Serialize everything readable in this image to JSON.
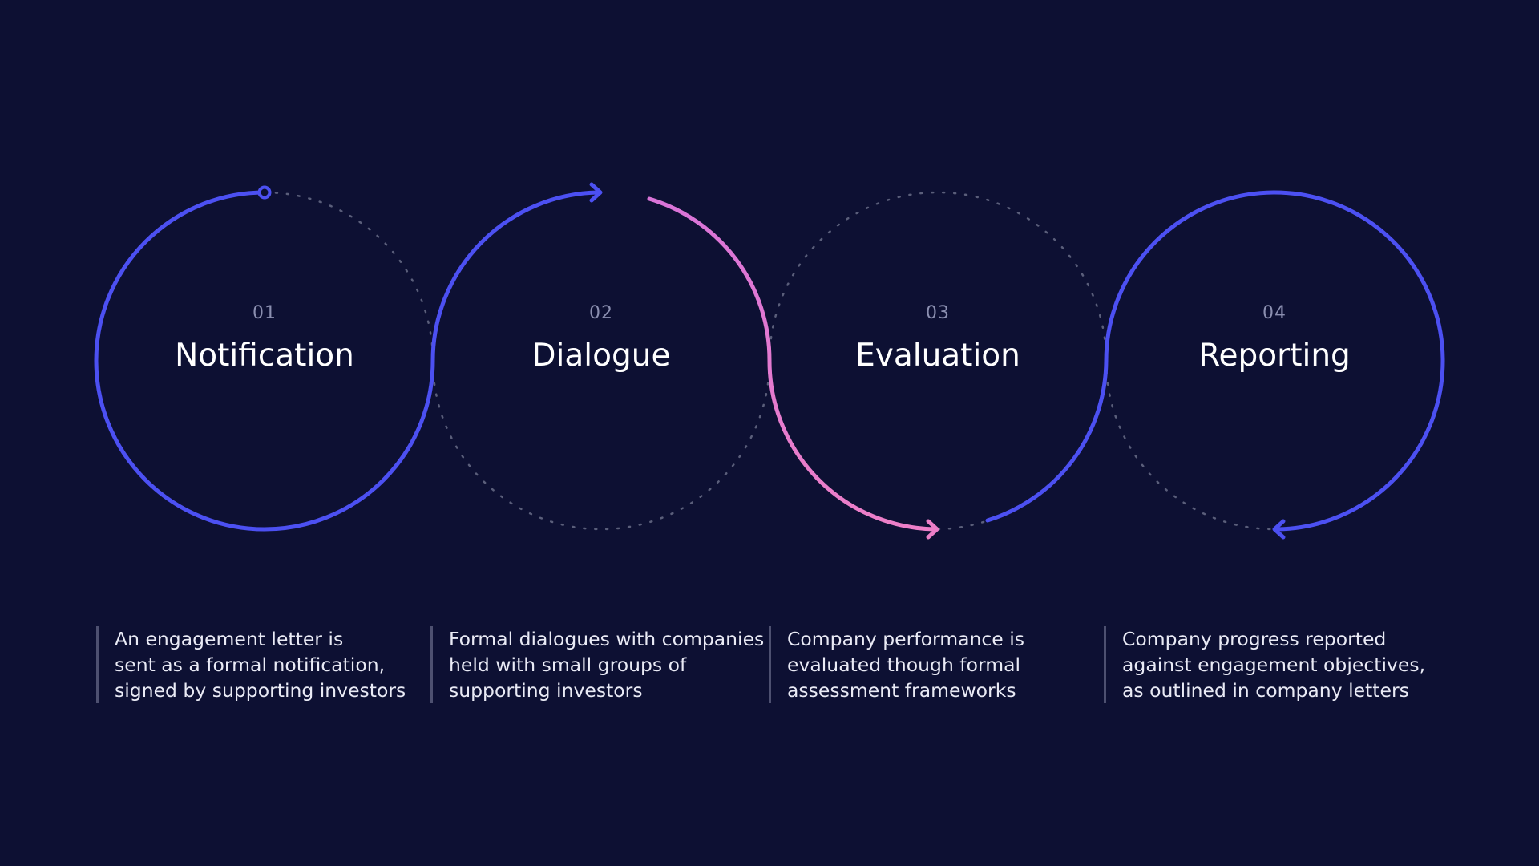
{
  "colors": {
    "background": "#0d1033",
    "primary_arc": "#4c50f2",
    "highlight_arc": "#e07ad0",
    "dotted_arc": "#5a5e7a",
    "number_text": "#8b8fb0",
    "title_text": "#ffffff",
    "description_text": "#e9eaf5",
    "divider": "#4d5070"
  },
  "steps": [
    {
      "number": "01",
      "title": "Notification",
      "description": [
        "An engagement letter is",
        "sent as a formal notification,",
        "signed by supporting investors"
      ]
    },
    {
      "number": "02",
      "title": "Dialogue",
      "description": [
        "Formal dialogues with companies",
        "held with small groups of",
        "supporting investors"
      ]
    },
    {
      "number": "03",
      "title": "Evaluation",
      "description": [
        "Company performance is",
        "evaluated though formal",
        "assessment frameworks"
      ]
    },
    {
      "number": "04",
      "title": "Reporting",
      "description": [
        "Company progress reported",
        "against engagement objectives,",
        "as outlined in company letters"
      ]
    }
  ]
}
